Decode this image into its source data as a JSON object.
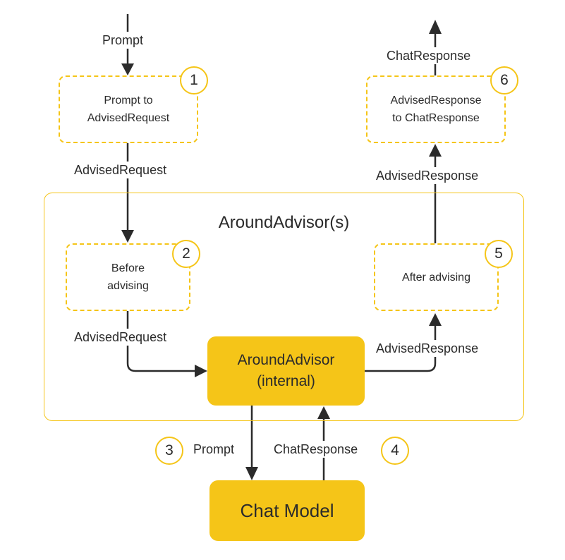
{
  "group": {
    "title": "AroundAdvisor(s)"
  },
  "boxes": {
    "prompt_to_advised": "Prompt to\nAdvisedRequest",
    "advised_to_chat": "AdvisedResponse\nto ChatResponse",
    "before_advising": "Before\nadvising",
    "after_advising": "After advising",
    "around_internal": "AroundAdvisor\n(internal)",
    "chat_model": "Chat Model"
  },
  "steps": [
    "1",
    "2",
    "3",
    "4",
    "5",
    "6"
  ],
  "edge_labels": {
    "prompt_in": "Prompt",
    "advised_request_1": "AdvisedRequest",
    "advised_request_2": "AdvisedRequest",
    "prompt_out": "Prompt",
    "chat_response_in": "ChatResponse",
    "advised_response_1": "AdvisedResponse",
    "advised_response_2": "AdvisedResponse",
    "chat_response_out": "ChatResponse"
  }
}
